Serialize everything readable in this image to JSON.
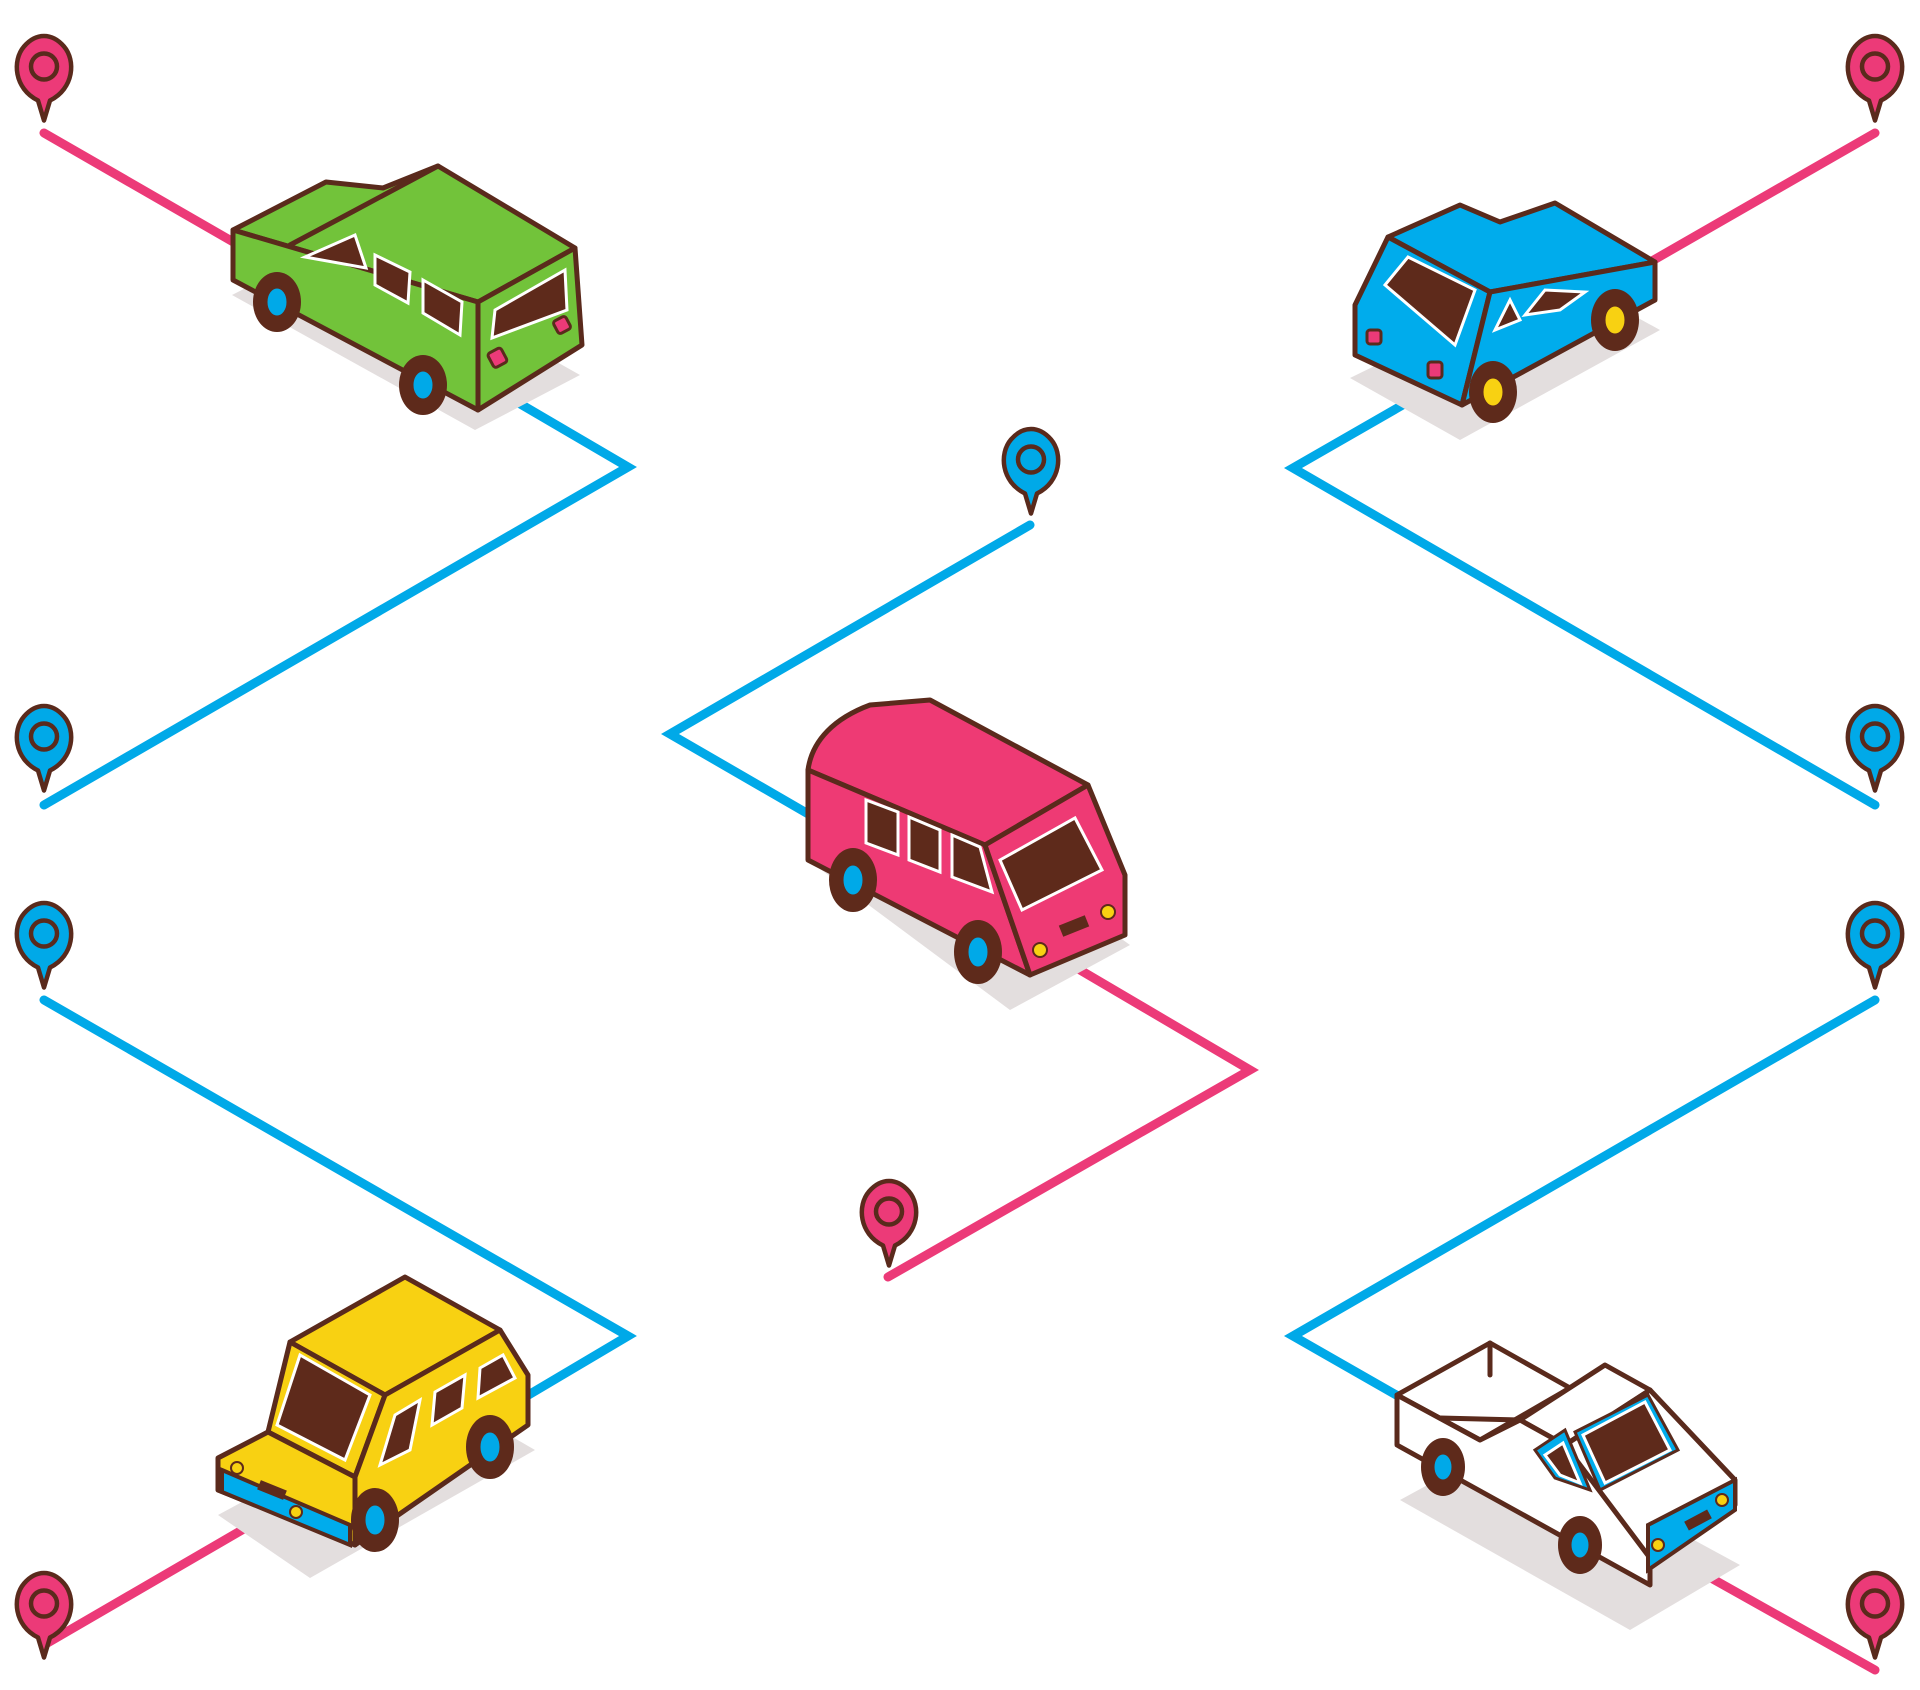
{
  "scene": {
    "title": "",
    "colors": {
      "background": "#ffffff",
      "pink_route": "#ec3a78",
      "blue_route": "#00a9e8",
      "outline": "#5a2a1c",
      "window": "#5e2a1b",
      "green_car": "#72c33a",
      "blue_car": "#00acec",
      "pink_van": "#ee3a74",
      "yellow_car": "#f8d112",
      "white_pickup": "#ffffff"
    },
    "pins": [
      {
        "name": "pin-top-left",
        "color": "pink"
      },
      {
        "name": "pin-mid-left-upper",
        "color": "blue"
      },
      {
        "name": "pin-mid-left-lower",
        "color": "blue"
      },
      {
        "name": "pin-bottom-left",
        "color": "pink"
      },
      {
        "name": "pin-center-upper",
        "color": "blue"
      },
      {
        "name": "pin-center-lower",
        "color": "pink"
      },
      {
        "name": "pin-top-right",
        "color": "pink"
      },
      {
        "name": "pin-mid-right-upper",
        "color": "blue"
      },
      {
        "name": "pin-mid-right-lower",
        "color": "blue"
      },
      {
        "name": "pin-bottom-right",
        "color": "pink"
      }
    ],
    "vehicles": [
      {
        "name": "green-suv",
        "icon": "car-icon"
      },
      {
        "name": "blue-sedan",
        "icon": "car-icon"
      },
      {
        "name": "pink-van",
        "icon": "van-icon"
      },
      {
        "name": "yellow-car",
        "icon": "car-icon"
      },
      {
        "name": "white-pickup",
        "icon": "pickup-truck-icon"
      }
    ]
  }
}
